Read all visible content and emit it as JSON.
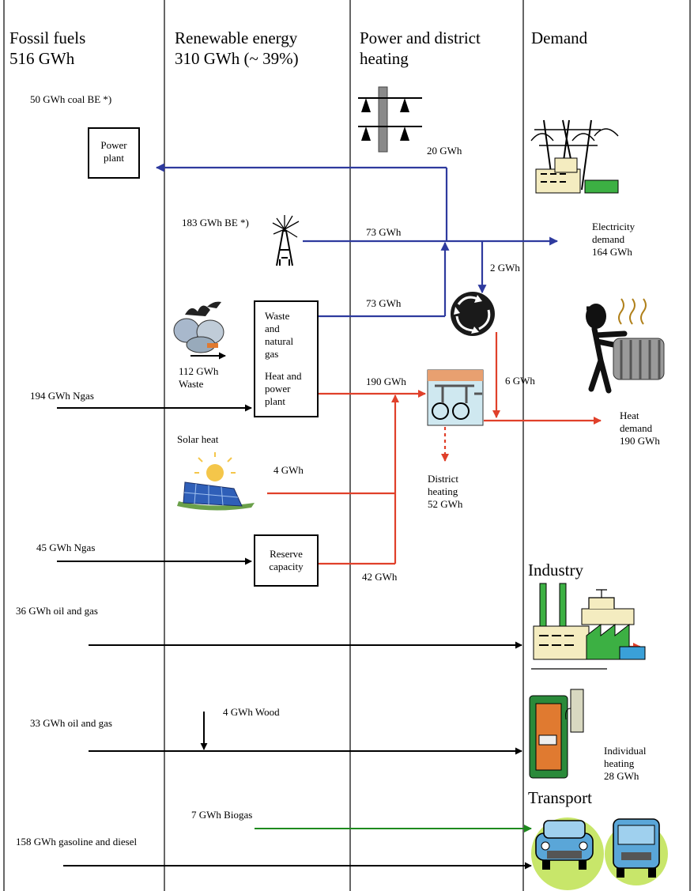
{
  "columns": {
    "fossil": [
      "Fossil fuels",
      "516 GWh"
    ],
    "renewable": [
      "Renewable energy",
      "310 GWh (~ 39%)"
    ],
    "power": [
      "Power and district",
      "heating"
    ],
    "demand": [
      "Demand"
    ]
  },
  "boxes": {
    "power_plant": [
      "Power",
      "plant"
    ],
    "chp": [
      "Waste",
      "and",
      "natural",
      "gas",
      "Heat and",
      "power",
      "plant"
    ],
    "reserve": [
      "Reserve",
      "capacity"
    ]
  },
  "labels": {
    "coal": "50 GWh coal BE *)",
    "grid_20": "20 GWh",
    "wind": "183 GWh BE *)",
    "wind_73": "73 GWh",
    "elec_demand": [
      "Electricity",
      "demand",
      "164 GWh"
    ],
    "to_heat_2": "2 GWh",
    "chp_73": "73 GWh",
    "waste": [
      "112 GWh",
      "Waste"
    ],
    "heat_6": "6 GWh",
    "chp_190": "190 GWh",
    "ngas_194": "194 GWh Ngas",
    "heat_demand": [
      "Heat",
      "demand",
      "190 GWh"
    ],
    "solar": "Solar heat",
    "solar_4": "4 GWh",
    "district": [
      "District",
      "heating",
      "52 GWh"
    ],
    "ngas_45": "45 GWh Ngas",
    "reserve_42": "42 GWh",
    "industry": "Industry",
    "oil_36": "36 GWh oil and gas",
    "wood": "4 GWh Wood",
    "oil_33": "33 GWh oil and gas",
    "indiv": [
      "Individual",
      "heating",
      "28 GWh"
    ],
    "transport": "Transport",
    "biogas": "7 GWh Biogas",
    "gasoline": "158 GWh gasoline and diesel"
  },
  "colors": {
    "electricity": "#2e3a9e",
    "heat": "#e0402a",
    "fossil": "#000000",
    "biogas": "#1e8a1e",
    "factory_green": "#3cb043"
  },
  "icons": [
    "pylon-icon",
    "power-station-icon",
    "windmill-icon",
    "waste-bags-icon",
    "recycle-icon",
    "person-at-radiator-icon",
    "heat-exchanger-icon",
    "solar-panel-icon",
    "factory-icon",
    "boiler-icon",
    "car-icon",
    "bus-icon"
  ]
}
